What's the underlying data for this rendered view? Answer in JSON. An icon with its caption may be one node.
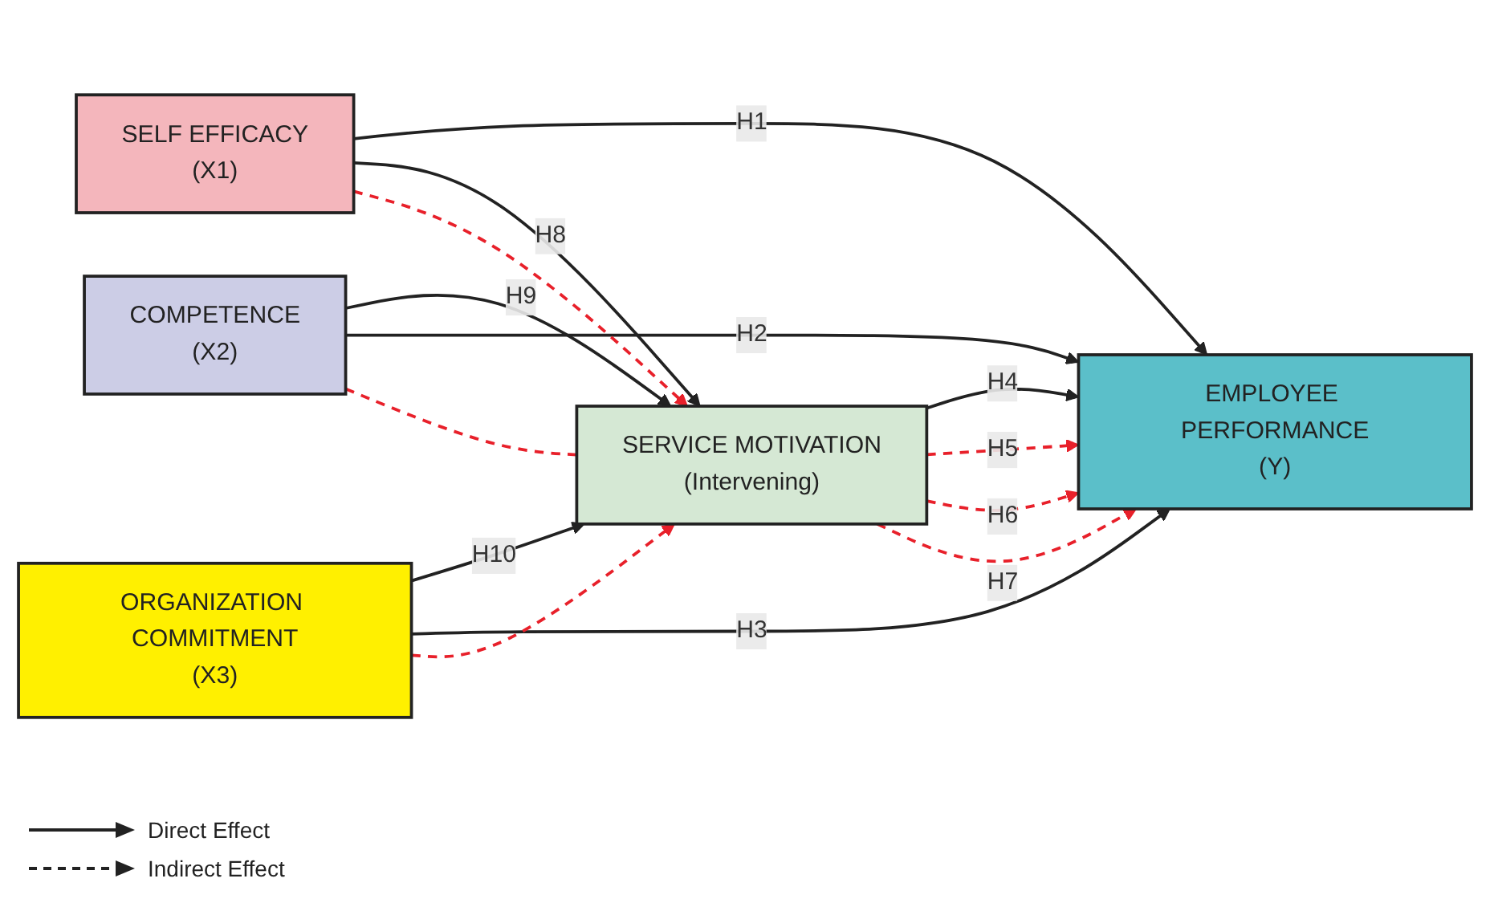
{
  "diagram": {
    "nodes": [
      {
        "text": [
          "SELF EFFICACY",
          "(X1)"
        ]
      },
      {
        "text": [
          "COMPETENCE",
          "(X2)"
        ]
      },
      {
        "text": [
          "SERVICE MOTIVATION",
          "(Intervening)"
        ]
      },
      {
        "text": [
          "ORGANIZATION COMMITMENT",
          "(X3)"
        ]
      },
      {
        "text": [
          "EMPLOYEE PERFORMANCE",
          "(Y)"
        ]
      }
    ],
    "edges": [
      {
        "from": 0,
        "to": 4,
        "arrow": "to",
        "label": "H1"
      },
      {
        "from": 0,
        "to": 2,
        "arrow": "to",
        "label": "H8"
      },
      {
        "from": 1,
        "to": 2,
        "arrow": "to",
        "label": "H9"
      },
      {
        "from": 3,
        "to": 2,
        "arrow": "to",
        "label": "H10"
      },
      {
        "from": 2,
        "to": 4,
        "arrow": "to",
        "label": "H4"
      },
      {
        "from": 3,
        "to": 4,
        "arrow": "to",
        "label": "H3"
      },
      {
        "from": 1,
        "to": 4,
        "arrow": "to",
        "label": "H2"
      },
      {
        "from": 0,
        "to": 2,
        "arrow": "to",
        "style": "dashed",
        "color": "#e8202a"
      },
      {
        "from": 1,
        "to": 2,
        "arrow": "none",
        "style": "dashed",
        "color": "#e8202a"
      },
      {
        "from": 3,
        "to": 2,
        "arrow": "to",
        "style": "dashed",
        "color": "#e8202a"
      },
      {
        "from": 2,
        "to": 4,
        "arrow": "to",
        "label": "H5",
        "style": "dashed",
        "color": "#e8202a"
      },
      {
        "from": 2,
        "to": 4,
        "arrow": "to",
        "label": "H6",
        "style": "dashed",
        "color": "#e8202a"
      },
      {
        "from": 2,
        "to": 4,
        "arrow": "to",
        "label": "H7",
        "style": "dashed",
        "color": "#e8202a"
      }
    ],
    "legend": [
      {
        "text": "Direct Effect"
      },
      {
        "text": "Indirect Effect"
      }
    ]
  }
}
